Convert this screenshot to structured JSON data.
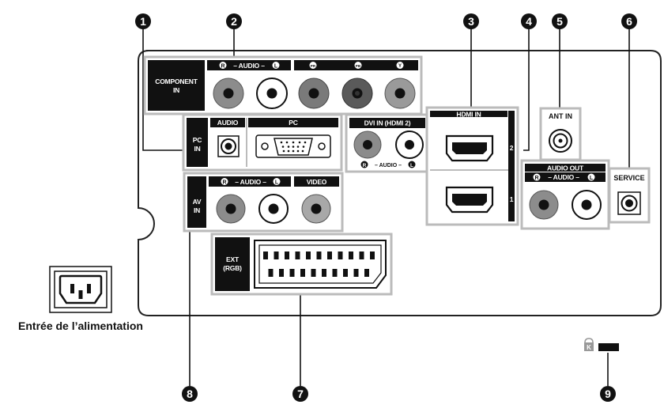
{
  "callouts": [
    "1",
    "2",
    "3",
    "4",
    "5",
    "6",
    "7",
    "8",
    "9"
  ],
  "labels": {
    "component_in_line1": "COMPONENT",
    "component_in_line2": "IN",
    "audio_rl": "– AUDIO –",
    "pc_in_line1": "PC",
    "pc_in_line2": "IN",
    "pc_audio": "AUDIO",
    "pc": "PC",
    "dvi_in": "DVI IN (HDMI 2)",
    "hdmi_in": "HDMI IN",
    "hdmi_port_2": "2",
    "hdmi_port_1": "1",
    "ant_in": "ANT IN",
    "audio_out": "AUDIO OUT",
    "service": "SERVICE",
    "av_in_line1": "AV",
    "av_in_line2": "IN",
    "video": "VIDEO",
    "ext_line1": "EXT",
    "ext_line2": "(RGB)",
    "r_letter": "R",
    "l_letter": "L",
    "pr": "PR",
    "pb": "PB",
    "y": "Y",
    "k_lock": "K"
  },
  "power_label": "Entrée de l’alimentation",
  "colors": {
    "panel_outline": "#222222",
    "label_black": "#111111",
    "jack_gray": "#8c8c8c",
    "frame_gray": "#c8c8c8"
  }
}
